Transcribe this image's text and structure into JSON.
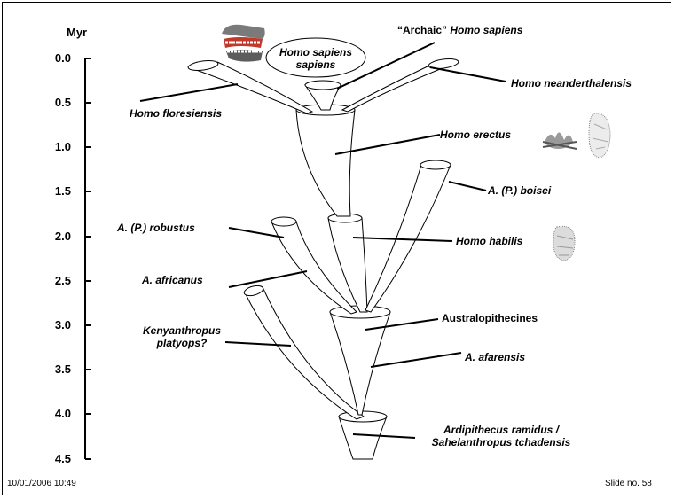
{
  "axis": {
    "unit": "Myr",
    "ticks": [
      "0.0",
      "0.5",
      "1.0",
      "1.5",
      "2.0",
      "2.5",
      "3.0",
      "3.5",
      "4.0",
      "4.5"
    ]
  },
  "labels": {
    "archaic_prefix": "“Archaic” ",
    "archaic_name": "Homo sapiens",
    "sapiens_line1": "Homo sapiens",
    "sapiens_line2": "sapiens",
    "neanderthalensis": "Homo neanderthalensis",
    "floresiensis": "Homo floresiensis",
    "erectus": "Homo erectus",
    "boisei_a": "A. (",
    "boisei_p": "P.",
    "boisei_b": ") boisei",
    "robustus_a": "A. (",
    "robustus_p": "P.",
    "robustus_b": ") robustus",
    "habilis": "Homo habilis",
    "africanus": "A. africanus",
    "kenyan_line1": "Kenyanthropus",
    "kenyan_line2": "platyops?",
    "australopithecines": "Australopithecines",
    "afarensis": "A. afarensis",
    "ardi_line1": "Ardipithecus ramidus /",
    "ardi_line2": "Sahelanthropus tchadensis"
  },
  "icons": [
    "teeth-icon",
    "fire-icon",
    "hand-axe-icon",
    "stone-tool-icon"
  ],
  "footer": {
    "datetime": "10/01/2006 10:49",
    "slide": "Slide no. 58"
  }
}
